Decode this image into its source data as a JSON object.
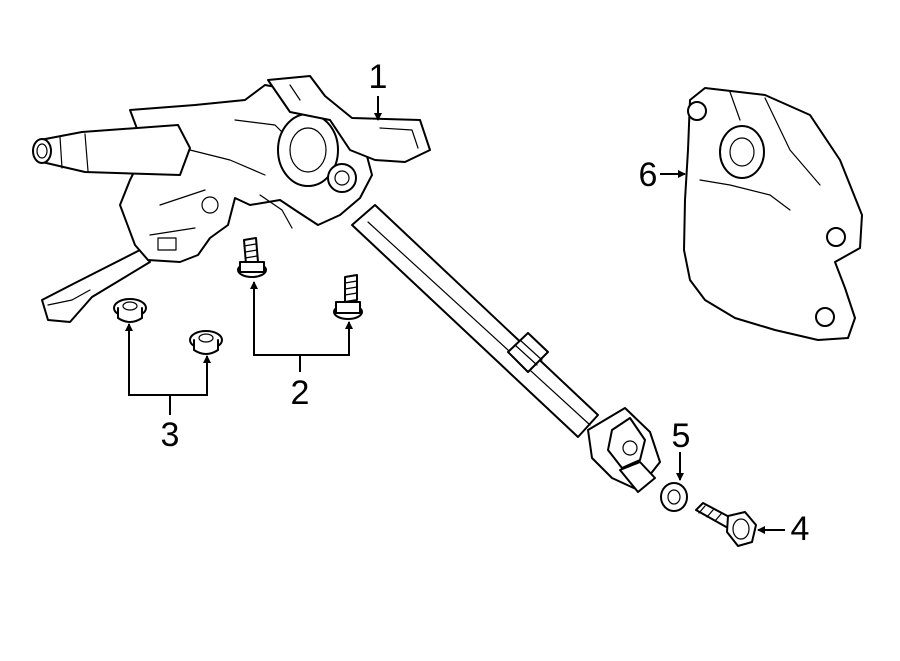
{
  "callouts": {
    "c1": "1",
    "c2": "2",
    "c3": "3",
    "c4": "4",
    "c5": "5",
    "c6": "6"
  },
  "parts": [
    {
      "id": "1",
      "icon": "steering-column-assembly"
    },
    {
      "id": "2",
      "icon": "mounting-stud"
    },
    {
      "id": "3",
      "icon": "flange-nut"
    },
    {
      "id": "4",
      "icon": "pinch-bolt"
    },
    {
      "id": "5",
      "icon": "washer"
    },
    {
      "id": "6",
      "icon": "column-boot-cover"
    }
  ],
  "colors": {
    "line": "#000000",
    "background": "#ffffff"
  }
}
